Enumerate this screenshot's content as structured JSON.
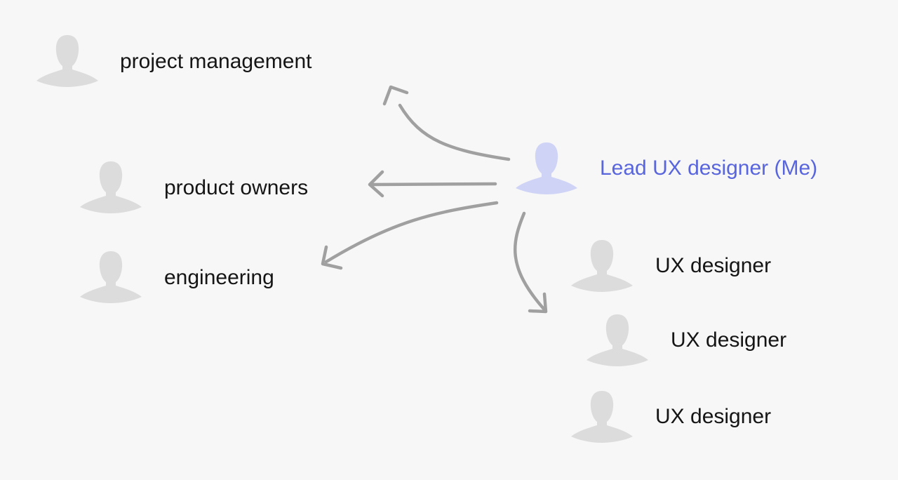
{
  "colors": {
    "background": "#f7f7f7",
    "avatar_default": "#dcdcdc",
    "avatar_highlight": "#cfd4f6",
    "text_default": "#151515",
    "text_highlight": "#5865dd",
    "arrow": "#a0a0a0"
  },
  "lead": {
    "label": "Lead UX designer (Me)",
    "icon": "person-icon"
  },
  "stakeholders": [
    {
      "label": "project management",
      "icon": "person-icon"
    },
    {
      "label": "product owners",
      "icon": "person-icon"
    },
    {
      "label": "engineering",
      "icon": "person-icon"
    }
  ],
  "team": [
    {
      "label": "UX designer",
      "icon": "person-icon"
    },
    {
      "label": "UX designer",
      "icon": "person-icon"
    },
    {
      "label": "UX designer",
      "icon": "person-icon"
    }
  ]
}
